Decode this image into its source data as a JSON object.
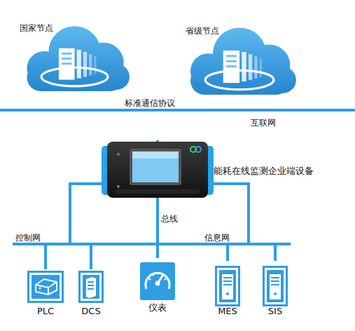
{
  "diagram": {
    "nodes": [
      {
        "text": [
          "国家节点"
        ]
      },
      {
        "text": [
          "省级节点"
        ]
      },
      {
        "text": [
          "能耗在线监测企业端设备"
        ]
      },
      {
        "text": [
          "PLC"
        ]
      },
      {
        "text": [
          "DCS"
        ]
      },
      {
        "text": [
          "仪表"
        ]
      },
      {
        "text": [
          "MES"
        ]
      },
      {
        "text": [
          "SIS"
        ]
      }
    ],
    "edges": [
      {
        "from": 0,
        "to": 2,
        "arrow": "none"
      },
      {
        "from": 1,
        "to": 2,
        "arrow": "none"
      },
      {
        "from": 2,
        "to": 3,
        "arrow": "none"
      },
      {
        "from": 2,
        "to": 4,
        "arrow": "none"
      },
      {
        "from": 2,
        "to": 5,
        "arrow": "none"
      },
      {
        "from": 2,
        "to": 6,
        "arrow": "none"
      },
      {
        "from": 2,
        "to": 7,
        "arrow": "none"
      }
    ],
    "labels": [
      "标准通信协议",
      "互联网",
      "控制网",
      "总线",
      "信息网"
    ]
  }
}
